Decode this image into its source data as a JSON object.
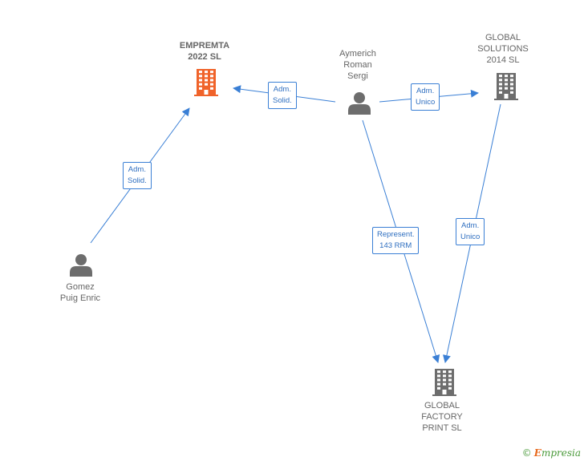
{
  "colors": {
    "edge": "#3a7fd5",
    "person_icon": "#6d6d6d",
    "company_icon": "#6d6d6d",
    "company_main_icon": "#f0632a",
    "brand_green": "#4a9a3a",
    "brand_orange": "#e86a1e"
  },
  "nodes": {
    "empremta": {
      "lines": [
        "EMPREMTA",
        "2022  SL"
      ],
      "icon": "building-icon"
    },
    "aymerich": {
      "lines": [
        "Aymerich",
        "Roman",
        "Sergi"
      ],
      "icon": "person-icon"
    },
    "global_solutions": {
      "lines": [
        "GLOBAL",
        "SOLUTIONS",
        "2014  SL"
      ],
      "icon": "building-icon"
    },
    "gomez": {
      "lines": [
        "Gomez",
        "Puig Enric"
      ],
      "icon": "person-icon"
    },
    "global_factory": {
      "lines": [
        "GLOBAL",
        "FACTORY",
        "PRINT  SL"
      ],
      "icon": "building-icon"
    }
  },
  "relations": {
    "aymerich_empremta": [
      "Adm.",
      "Solid."
    ],
    "aymerich_global_solutions": [
      "Adm.",
      "Unico"
    ],
    "gomez_empremta": [
      "Adm.",
      "Solid."
    ],
    "aymerich_global_factory": [
      "Represent.",
      "143 RRM"
    ],
    "global_solutions_global_factory": [
      "Adm.",
      "Unico"
    ]
  },
  "brand": {
    "copyright": "©",
    "initial": "E",
    "rest": "mpresia"
  }
}
